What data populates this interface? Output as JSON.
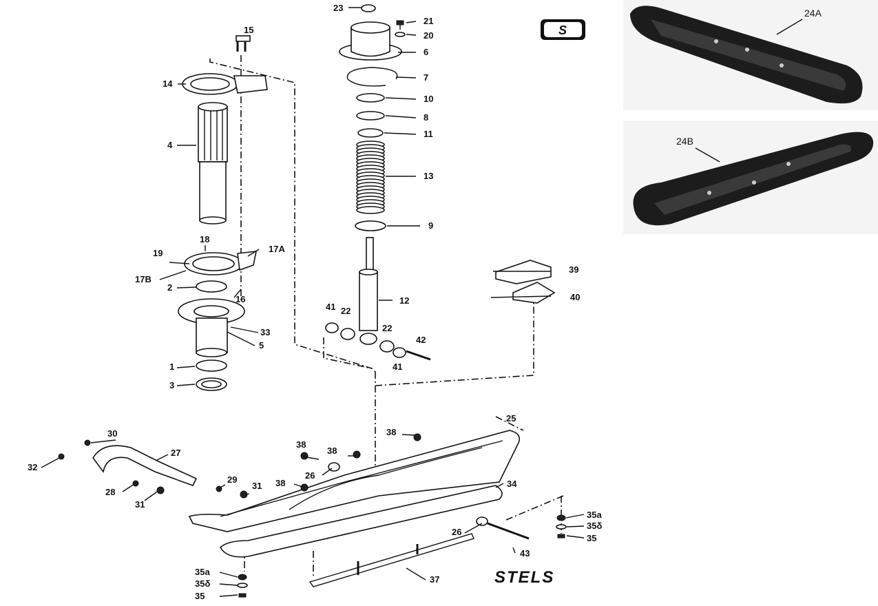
{
  "diagram": {
    "parts": [
      {
        "id": "23",
        "text": "23"
      },
      {
        "id": "21",
        "text": "21"
      },
      {
        "id": "20",
        "text": "20"
      },
      {
        "id": "6",
        "text": "6"
      },
      {
        "id": "7",
        "text": "7"
      },
      {
        "id": "10",
        "text": "10"
      },
      {
        "id": "8",
        "text": "8"
      },
      {
        "id": "11",
        "text": "11"
      },
      {
        "id": "13",
        "text": "13"
      },
      {
        "id": "9",
        "text": "9"
      },
      {
        "id": "12",
        "text": "12"
      },
      {
        "id": "15",
        "text": "15"
      },
      {
        "id": "14",
        "text": "14"
      },
      {
        "id": "4",
        "text": "4"
      },
      {
        "id": "18",
        "text": "18"
      },
      {
        "id": "19",
        "text": "19"
      },
      {
        "id": "17A",
        "text": "17A"
      },
      {
        "id": "17B",
        "text": "17B"
      },
      {
        "id": "2",
        "text": "2"
      },
      {
        "id": "16",
        "text": "16"
      },
      {
        "id": "33",
        "text": "33"
      },
      {
        "id": "5",
        "text": "5"
      },
      {
        "id": "1",
        "text": "1"
      },
      {
        "id": "3",
        "text": "3"
      },
      {
        "id": "41a",
        "text": "41"
      },
      {
        "id": "22a",
        "text": "22"
      },
      {
        "id": "22b",
        "text": "22"
      },
      {
        "id": "42",
        "text": "42"
      },
      {
        "id": "41b",
        "text": "41"
      },
      {
        "id": "39",
        "text": "39"
      },
      {
        "id": "40",
        "text": "40"
      },
      {
        "id": "25",
        "text": "25"
      },
      {
        "id": "30",
        "text": "30"
      },
      {
        "id": "27",
        "text": "27"
      },
      {
        "id": "32",
        "text": "32"
      },
      {
        "id": "38a",
        "text": "38"
      },
      {
        "id": "38b",
        "text": "38"
      },
      {
        "id": "38c",
        "text": "38"
      },
      {
        "id": "38d",
        "text": "38"
      },
      {
        "id": "26a",
        "text": "26"
      },
      {
        "id": "29",
        "text": "29"
      },
      {
        "id": "31a",
        "text": "31"
      },
      {
        "id": "28",
        "text": "28"
      },
      {
        "id": "31b",
        "text": "31"
      },
      {
        "id": "34",
        "text": "34"
      },
      {
        "id": "35a_r",
        "text": "35a"
      },
      {
        "id": "35d_r",
        "text": "35δ"
      },
      {
        "id": "35_r",
        "text": "35"
      },
      {
        "id": "26b",
        "text": "26"
      },
      {
        "id": "43",
        "text": "43"
      },
      {
        "id": "37",
        "text": "37"
      },
      {
        "id": "35a_l",
        "text": "35a"
      },
      {
        "id": "35d_l",
        "text": "35δ"
      },
      {
        "id": "35_l",
        "text": "35"
      }
    ],
    "photo_labels": {
      "ski_a": "24A",
      "ski_b": "24B"
    },
    "brand_text": "STELS",
    "logo_letter": "S"
  }
}
